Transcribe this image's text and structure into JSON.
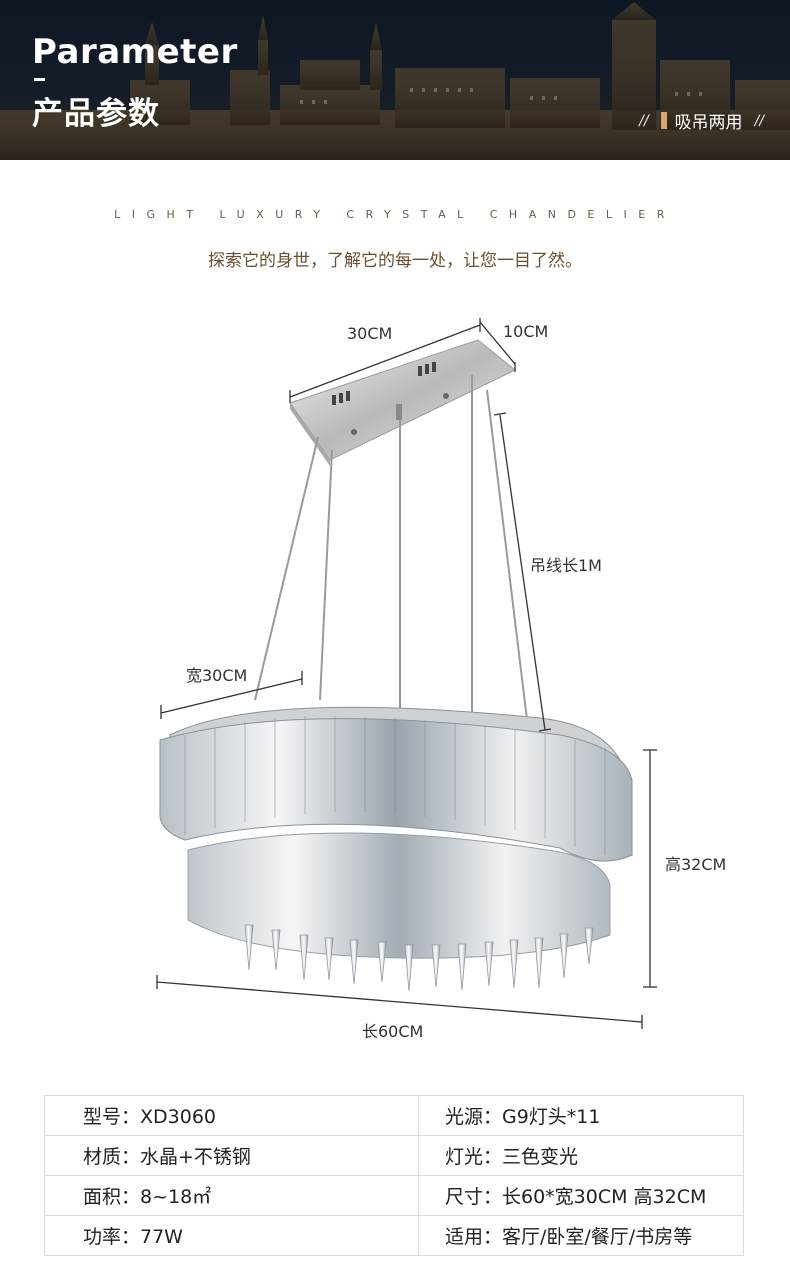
{
  "header": {
    "title_en": "Parameter",
    "title_cn": "产品参数",
    "tag_left": "//",
    "tag_label": "吸吊两用",
    "tag_right": "//"
  },
  "intro": {
    "subtitle_en": "LIGHT LUXURY CRYSTAL CHANDELIER",
    "subtitle_cn": "探索它的身世，了解它的每一处，让您一目了然。"
  },
  "dimensions": {
    "canopy_length": "30CM",
    "canopy_width": "10CM",
    "wire_length": "吊线长1M",
    "body_width": "宽30CM",
    "body_height": "高32CM",
    "body_length": "长60CM"
  },
  "specs": [
    {
      "left": "型号：XD3060",
      "right": "光源：G9灯头*11"
    },
    {
      "left": "材质：水晶+不锈钢",
      "right": "灯光：三色变光"
    },
    {
      "left": "面积：8~18㎡",
      "right": "尺寸：长60*宽30CM  高32CM"
    },
    {
      "left": "功率：77W",
      "right": "适用：客厅/卧室/餐厅/书房等"
    }
  ]
}
